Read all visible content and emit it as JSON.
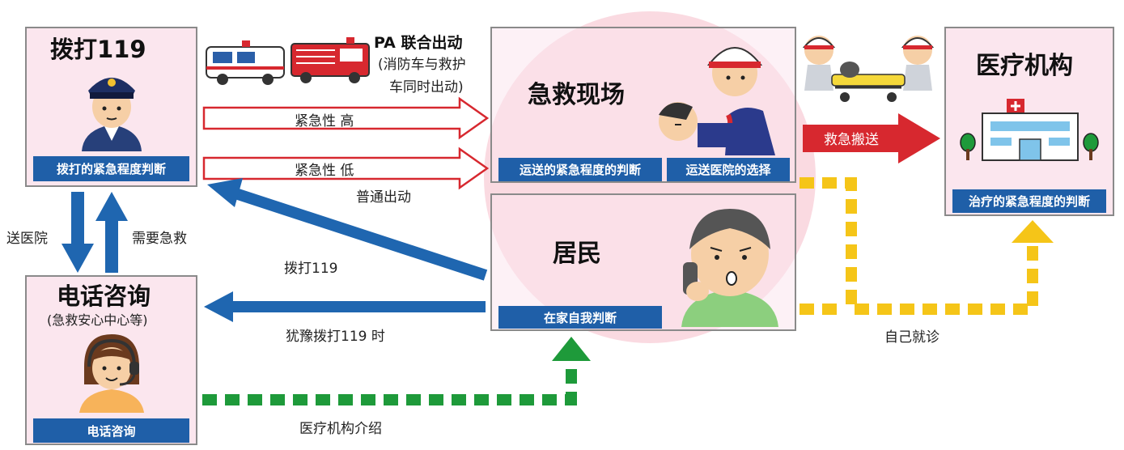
{
  "nodes": {
    "call119": {
      "title": "拨打119",
      "label": "拨打的紧急程度判断"
    },
    "phone_consult": {
      "title": "电话咨询",
      "subtitle": "(急救安心中心等)",
      "label": "电话咨询"
    },
    "scene": {
      "title": "急救现场",
      "label_left": "运送的紧急程度的判断",
      "label_right": "运送医院的选择"
    },
    "resident": {
      "title": "居民",
      "label": "在家自我判断"
    },
    "hospital": {
      "title": "医疗机构",
      "label": "治疗的紧急程度的判断"
    }
  },
  "dispatch": {
    "pa_title": "PA 联合出动",
    "pa_note_1": "(消防车与救护",
    "pa_note_2": "车同时出动)"
  },
  "arrows": {
    "urgent_high": "紧急性 高",
    "urgent_low": "紧急性 低",
    "normal_dispatch": "普通出动",
    "resident_call": "拨打119",
    "hesitate_call": "犹豫拨打119 时",
    "send_hospital": "送医院",
    "need_ambulance": "需要急救",
    "transport": "救急搬送",
    "self_visit": "自己就诊",
    "hospital_intro": "医疗机构介绍"
  },
  "colors": {
    "box_fill": "#fbe6ee",
    "label_blue": "#1f5fa8",
    "arrow_red": "#d7282f",
    "arrow_blue": "#1f66b0",
    "dash_yellow": "#f5c518",
    "dash_green": "#1e9a3a",
    "circle_pink": "#f9d3dc"
  },
  "icons": [
    "police-officer-icon",
    "ambulance-icon",
    "fire-truck-icon",
    "rescue-worker-icon",
    "stretcher-team-icon",
    "hospital-building-icon",
    "resident-on-phone-icon",
    "operator-headset-icon"
  ]
}
